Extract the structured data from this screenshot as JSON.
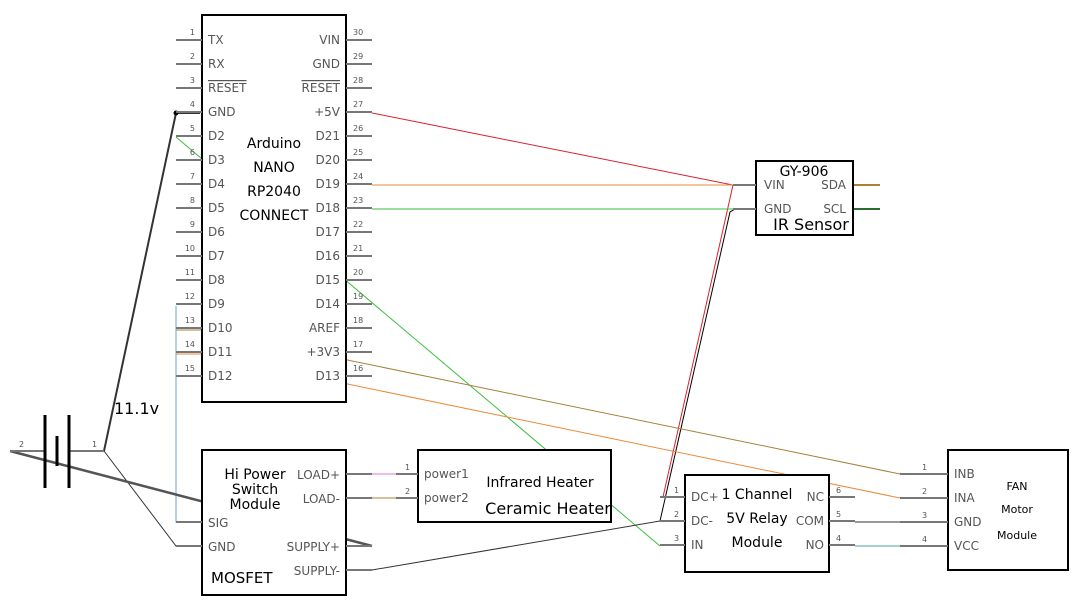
{
  "colors": {
    "red": "#d9212b",
    "orange": "#e98a3b",
    "green": "#3bbd3b",
    "brown": "#a8803a",
    "blue": "#6aa4cf",
    "black": "#000000",
    "wire_dark": "#333333"
  },
  "arduino": {
    "title_lines": [
      "Arduino",
      "NANO",
      "RP2040",
      "CONNECT"
    ],
    "left_pins": [
      {
        "num": "1",
        "label": "TX"
      },
      {
        "num": "2",
        "label": "RX"
      },
      {
        "num": "3",
        "label": "RESET"
      },
      {
        "num": "4",
        "label": "GND"
      },
      {
        "num": "5",
        "label": "D2"
      },
      {
        "num": "6",
        "label": "D3"
      },
      {
        "num": "7",
        "label": "D4"
      },
      {
        "num": "8",
        "label": "D5"
      },
      {
        "num": "9",
        "label": "D6"
      },
      {
        "num": "10",
        "label": "D7"
      },
      {
        "num": "11",
        "label": "D8"
      },
      {
        "num": "12",
        "label": "D9"
      },
      {
        "num": "13",
        "label": "D10"
      },
      {
        "num": "14",
        "label": "D11"
      },
      {
        "num": "15",
        "label": "D12"
      }
    ],
    "right_pins": [
      {
        "num": "30",
        "label": "VIN"
      },
      {
        "num": "29",
        "label": "GND"
      },
      {
        "num": "28",
        "label": "RESET"
      },
      {
        "num": "27",
        "label": "+5V"
      },
      {
        "num": "26",
        "label": "D21"
      },
      {
        "num": "25",
        "label": "D20"
      },
      {
        "num": "24",
        "label": "D19"
      },
      {
        "num": "23",
        "label": "D18"
      },
      {
        "num": "22",
        "label": "D17"
      },
      {
        "num": "21",
        "label": "D16"
      },
      {
        "num": "20",
        "label": "D15"
      },
      {
        "num": "19",
        "label": "D14"
      },
      {
        "num": "18",
        "label": "AREF"
      },
      {
        "num": "17",
        "label": "+3V3"
      },
      {
        "num": "16",
        "label": "D13"
      }
    ]
  },
  "ir_sensor": {
    "title": "GY-906",
    "subtitle": "IR Sensor",
    "pins": [
      "VIN",
      "SDA",
      "GND",
      "SCL"
    ]
  },
  "battery": {
    "voltage_label": "11.1v",
    "pin_left": "2",
    "pin_right": "1"
  },
  "mosfet": {
    "title_lines": [
      "Hi Power",
      "Switch",
      "Module"
    ],
    "bottom_title": "MOSFET",
    "pins_left": [
      "SIG",
      "GND"
    ],
    "pins_right": [
      "LOAD+",
      "LOAD-",
      "SUPPLY+",
      "SUPPLY-"
    ]
  },
  "heater": {
    "title1": "Infrared Heater",
    "title2": "Ceramic Heater",
    "pins": [
      {
        "num": "1",
        "label": "power1"
      },
      {
        "num": "2",
        "label": "power2"
      }
    ]
  },
  "relay": {
    "title_lines": [
      "1 Channel",
      "5V Relay",
      "Module"
    ],
    "left_pins": [
      {
        "num": "1",
        "label": "DC+"
      },
      {
        "num": "2",
        "label": "DC-"
      },
      {
        "num": "3",
        "label": "IN"
      }
    ],
    "right_pins": [
      {
        "num": "6",
        "label": "NC"
      },
      {
        "num": "5",
        "label": "COM"
      },
      {
        "num": "4",
        "label": "NO"
      }
    ]
  },
  "fan": {
    "title_lines": [
      "FAN",
      "Motor",
      "Module"
    ],
    "pins": [
      {
        "num": "1",
        "label": "INB"
      },
      {
        "num": "2",
        "label": "INA"
      },
      {
        "num": "3",
        "label": "GND"
      },
      {
        "num": "4",
        "label": "VCC"
      }
    ]
  }
}
